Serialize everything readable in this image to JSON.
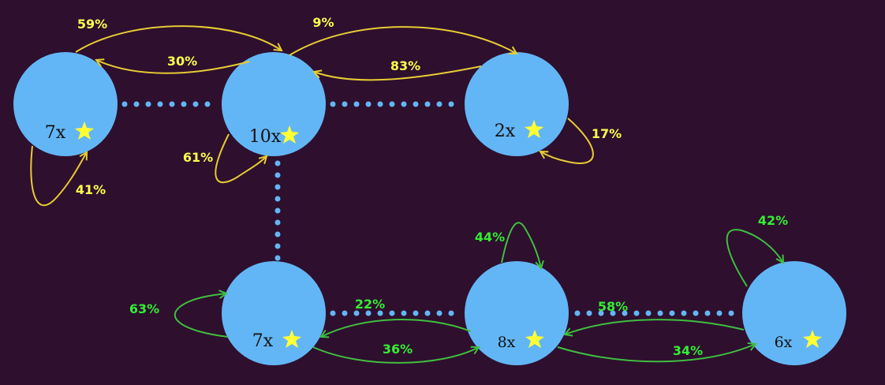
{
  "colors": {
    "background": "#2e0f2e",
    "node_fill": "#63b6f5",
    "dotted_link": "#63b6f5",
    "star": "#ffff33",
    "top_row_arrows": "#e6cc33",
    "top_row_labels": "#ffff4d",
    "bottom_row_arrows": "#3fbf3f",
    "bottom_row_labels": "#33ee33",
    "node_text": "#111111"
  },
  "nodes": [
    {
      "id": "n1",
      "multiplier": "7x",
      "icon": "star-icon"
    },
    {
      "id": "n2",
      "multiplier": "10x",
      "icon": "star-icon"
    },
    {
      "id": "n3",
      "multiplier": "2x",
      "icon": "star-icon"
    },
    {
      "id": "n4",
      "multiplier": "7x",
      "icon": "star-icon"
    },
    {
      "id": "n5",
      "multiplier": "8x",
      "icon": "star-icon"
    },
    {
      "id": "n6",
      "multiplier": "6x",
      "icon": "star-icon"
    }
  ],
  "links": [
    {
      "from": "n1",
      "to": "n2",
      "style": "dotted"
    },
    {
      "from": "n2",
      "to": "n3",
      "style": "dotted"
    },
    {
      "from": "n2",
      "to": "n4",
      "style": "dotted"
    },
    {
      "from": "n4",
      "to": "n5",
      "style": "dotted"
    },
    {
      "from": "n5",
      "to": "n6",
      "style": "dotted"
    }
  ],
  "transitions": {
    "n1_to_n2": "59%",
    "n2_to_n1": "30%",
    "n2_to_n3": "9%",
    "n3_to_n2": "83%",
    "n1_self": "41%",
    "n2_self": "61%",
    "n3_self": "17%",
    "n4_self": "63%",
    "n4_to_n5": "36%",
    "n5_to_n4": "22%",
    "n5_self": "44%",
    "n5_to_n6": "34%",
    "n6_to_n5": "58%",
    "n6_self": "42%"
  }
}
